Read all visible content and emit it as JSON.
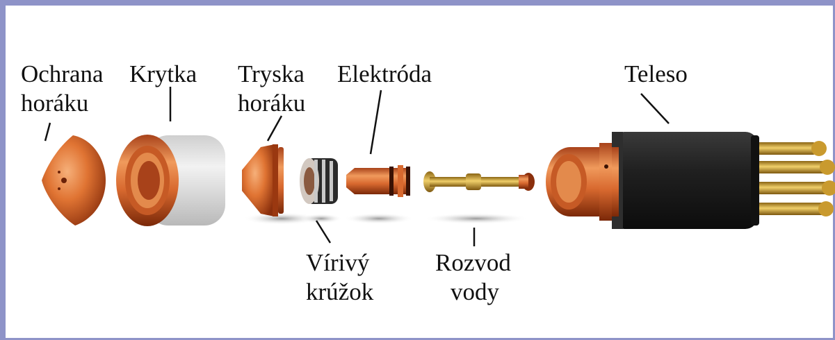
{
  "labels": {
    "ochrana_line1": "Ochrana",
    "ochrana_line2": "horáku",
    "krytka": "Krytka",
    "tryska_line1": "Tryska",
    "tryska_line2": "horáku",
    "elektroda": "Elektróda",
    "teleso": "Teleso",
    "virivy_line1": "Vírivý",
    "virivy_line2": "krúžok",
    "rozvod_line1": "Rozvod",
    "rozvod_line2": "vody"
  },
  "colors": {
    "frame": "#8e93c8",
    "copper": "#d8692f",
    "copper_dark": "#8a2f0c",
    "brass": "#c99a2e",
    "body_black": "#1c1c1c",
    "cap_gray": "#e6e6e6"
  },
  "components": [
    "shield-cup",
    "retaining-cap",
    "nozzle",
    "swirl-ring",
    "electrode",
    "water-tube",
    "torch-body"
  ]
}
